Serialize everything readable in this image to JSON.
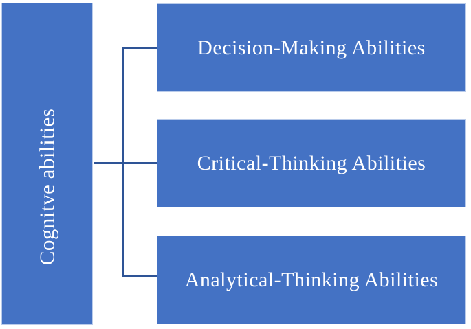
{
  "diagram": {
    "type": "tree",
    "orientation": "left-to-right",
    "root": {
      "label": "Cognitve abilities"
    },
    "children": [
      {
        "label": "Decision-Making Abilities"
      },
      {
        "label": "Critical-Thinking Abilities"
      },
      {
        "label": "Analytical-Thinking Abilities"
      }
    ],
    "colors": {
      "box_fill": "#4472C4",
      "box_text": "#FFFFFF",
      "connector": "#2E5496",
      "background": "#FFFFFF"
    }
  }
}
